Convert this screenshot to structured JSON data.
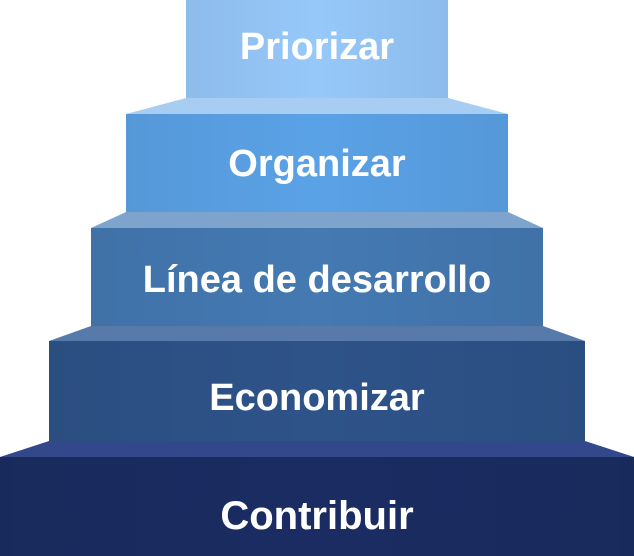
{
  "steps": [
    {
      "label": "Priorizar",
      "front_color": "#96C8FA",
      "top_color": "#D2E8FD"
    },
    {
      "label": "Organizar",
      "front_color": "#5AA2E6",
      "top_color": "#A7CEF2"
    },
    {
      "label": "Línea de desarrollo",
      "front_color": "#4479B2",
      "top_color": "#7EA4CE"
    },
    {
      "label": "Economizar",
      "front_color": "#2E5389",
      "top_color": "#587AAB"
    },
    {
      "label": "Contribuir",
      "front_color": "#1A2C62",
      "top_color": "#33488A"
    }
  ]
}
